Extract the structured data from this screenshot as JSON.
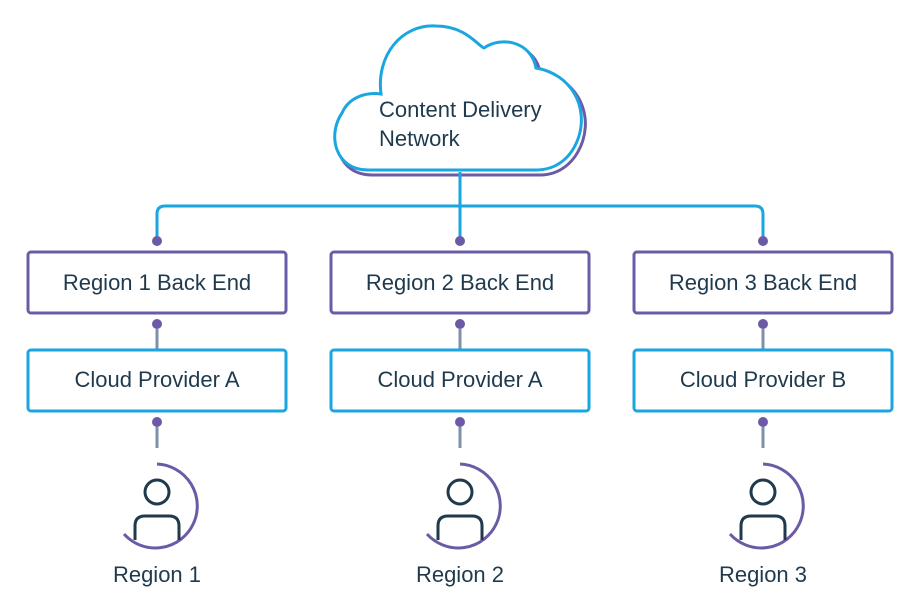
{
  "cdn": {
    "label_line1": "Content Delivery",
    "label_line2": "Network"
  },
  "columns": [
    {
      "backend": "Region 1 Back End",
      "provider": "Cloud Provider A",
      "region": "Region 1"
    },
    {
      "backend": "Region 2 Back End",
      "provider": "Cloud Provider A",
      "region": "Region 2"
    },
    {
      "backend": "Region 3 Back End",
      "provider": "Cloud Provider B",
      "region": "Region 3"
    }
  ],
  "colors": {
    "blue": "#1aa6e0",
    "purple": "#6b5ba6",
    "connector": "#7a93a8",
    "dot": "#6b5ba6",
    "text": "#1f3a4d",
    "user_icon": "#1f3a4d"
  }
}
